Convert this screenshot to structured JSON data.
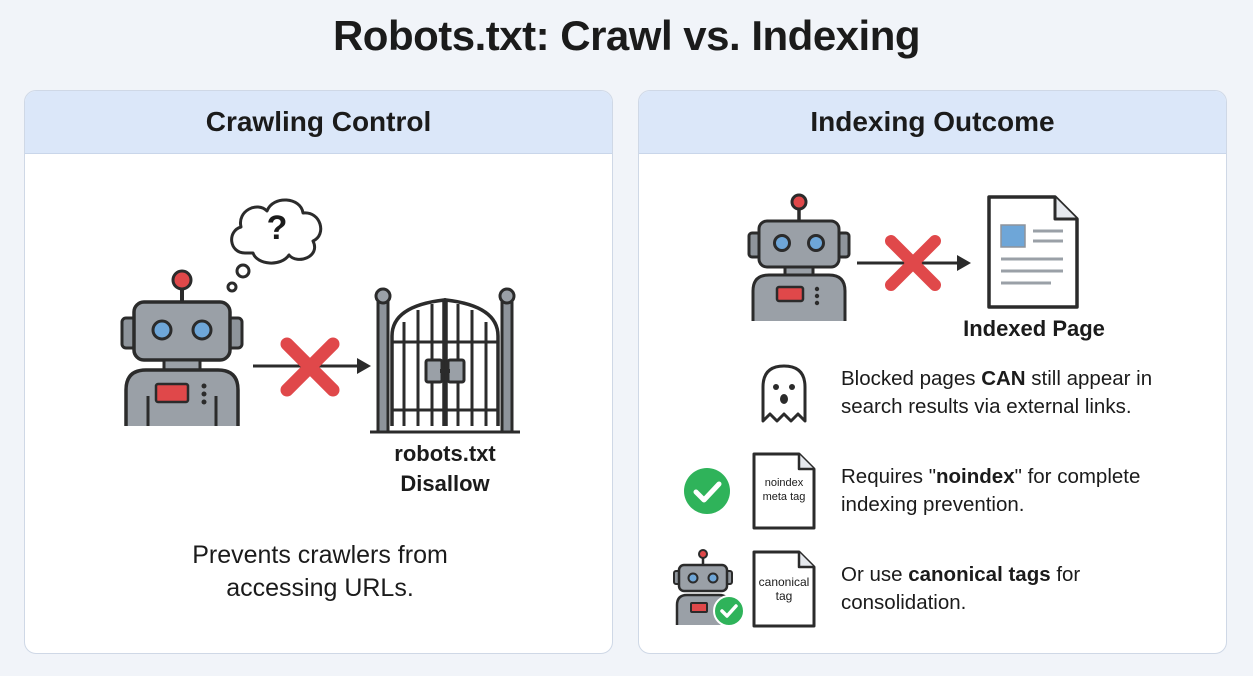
{
  "title": "Robots.txt: Crawl vs. Indexing",
  "left_panel": {
    "heading": "Crawling Control",
    "thought_symbol": "?",
    "gate_label_line1": "robots.txt",
    "gate_label_line2": "Disallow",
    "caption_line1": "Prevents crawlers from",
    "caption_line2": "accessing URLs."
  },
  "right_panel": {
    "heading": "Indexing Outcome",
    "indexed_label": "Indexed Page",
    "notes": [
      {
        "icon": "ghost-icon",
        "line1_pre": "Blocked pages ",
        "line1_bold": "CAN",
        "line1_post": " still appear in",
        "line2": "search results via external links."
      },
      {
        "icon": "check-circle-icon",
        "doc_line1": "noindex",
        "doc_line2": "meta tag",
        "line1_pre": "Requires \"",
        "line1_bold": "noindex",
        "line1_post": "\" for complete",
        "line2": "indexing prevention."
      },
      {
        "icon": "robot-check-icon",
        "doc_line1": "canonical",
        "doc_line2": "tag",
        "line1_pre": "Or use ",
        "line1_bold": "canonical tags",
        "line1_post": " for",
        "line2": "consolidation."
      }
    ]
  },
  "colors": {
    "header_bg": "#dbe7f9",
    "robot_body": "#8e949b",
    "robot_eye": "#6ea6d8",
    "red_accent": "#e0484a",
    "check_green": "#2fb35a"
  }
}
